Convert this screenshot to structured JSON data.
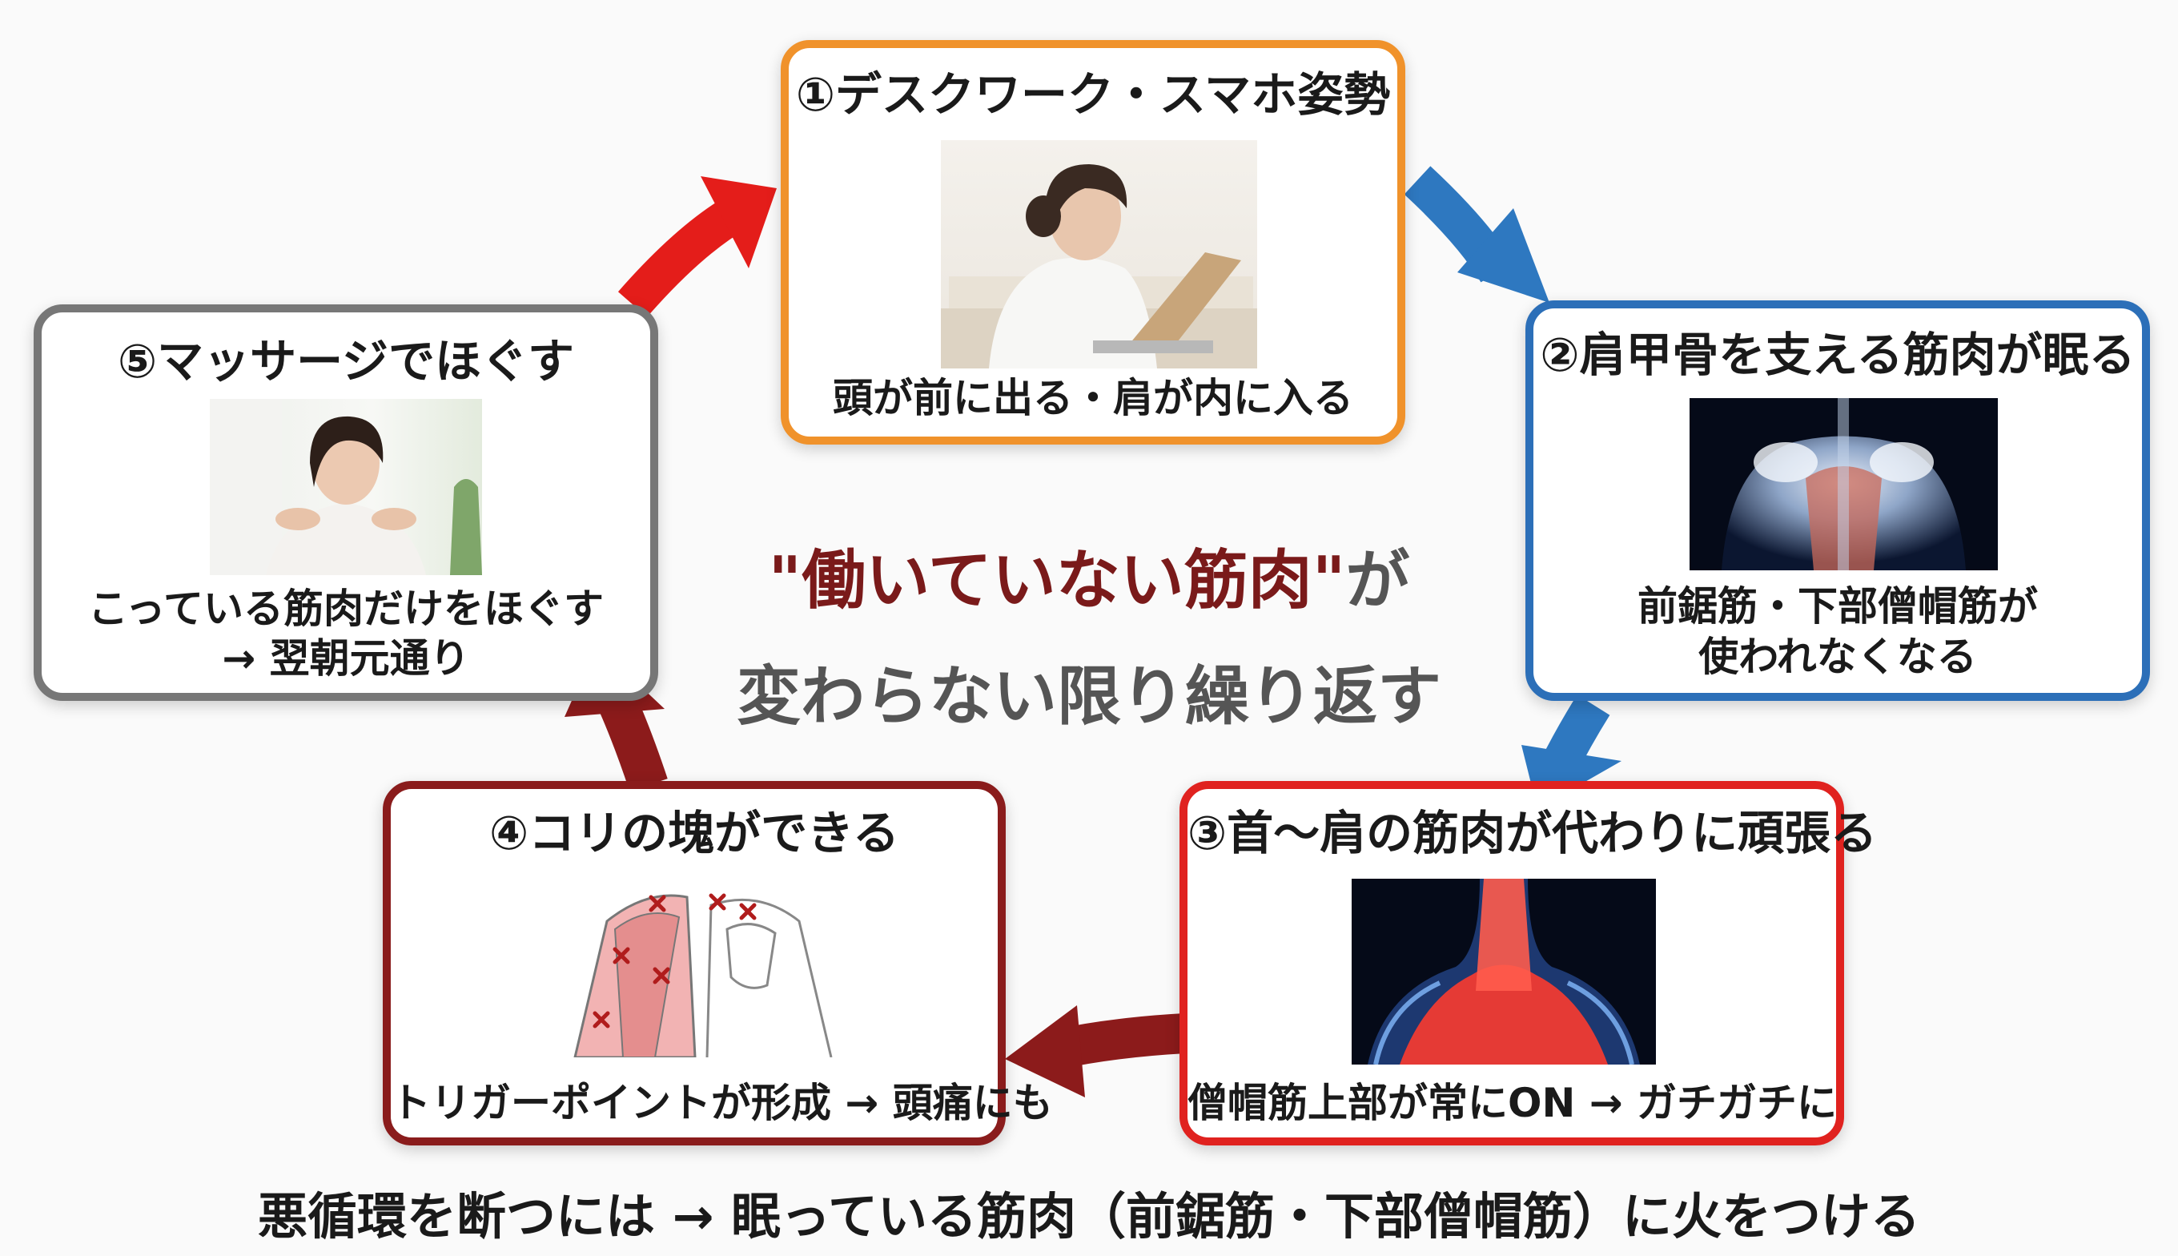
{
  "center": {
    "line1_highlight": "\"働いていない筋肉\"",
    "line1_suffix": "が",
    "line2": "変わらない限り繰り返す"
  },
  "cards": [
    {
      "title": "①デスクワーク・スマホ姿勢",
      "caption": "頭が前に出る・肩が内に入る",
      "border_color": "#f0922b"
    },
    {
      "title": "②肩甲骨を支える筋肉が眠る",
      "caption_lines": [
        "前鋸筋・下部僧帽筋が",
        "使われなくなる"
      ],
      "border_color": "#2c6fb8"
    },
    {
      "title": "③首〜肩の筋肉が代わりに頑張る",
      "caption": "僧帽筋上部が常にON → ガチガチに",
      "border_color": "#e0221f"
    },
    {
      "title": "④コリの塊ができる",
      "caption": "トリガーポイントが形成 → 頭痛にも",
      "border_color": "#8a1c1c"
    },
    {
      "title": "⑤マッサージでほぐす",
      "caption_lines": [
        "こっている筋肉だけをほぐす",
        "→ 翌朝元通り"
      ],
      "border_color": "#777777"
    }
  ],
  "footer": "悪循環を断つには → 眠っている筋肉（前鋸筋・下部僧帽筋）に火をつける",
  "colors": {
    "arrow_blue": "#2e78c0",
    "arrow_red": "#e41d1a",
    "arrow_darkred": "#8c1b1b",
    "highlight_text": "#7a1a1a",
    "center_gray": "#555555"
  }
}
